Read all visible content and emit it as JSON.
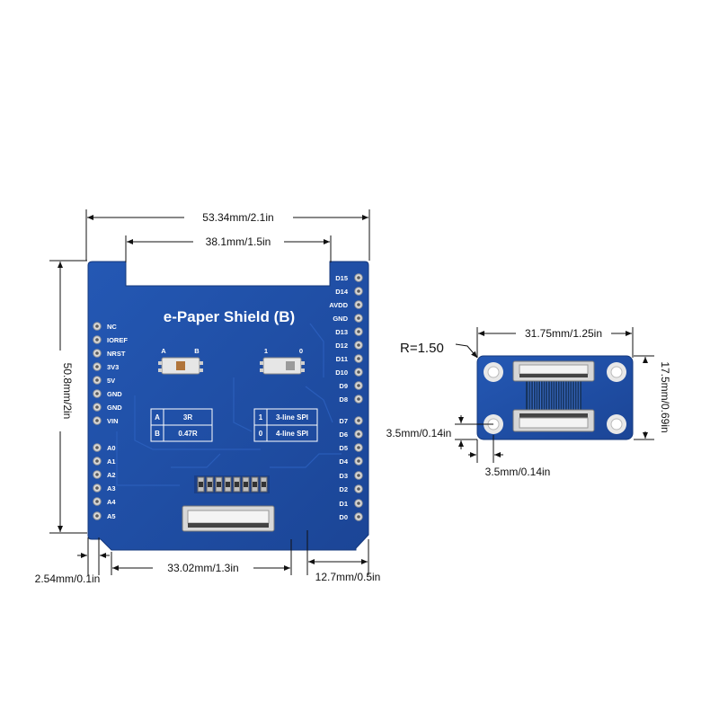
{
  "board": {
    "title": "e-Paper Shield (B)",
    "left_pins": [
      "NC",
      "IOREF",
      "NRST",
      "3V3",
      "5V",
      "GND",
      "GND",
      "VIN",
      "A0",
      "A1",
      "A2",
      "A3",
      "A4",
      "A5"
    ],
    "right_pins": [
      "D15",
      "D14",
      "AVDD",
      "GND",
      "D13",
      "D12",
      "D11",
      "D10",
      "D9",
      "D8",
      "D7",
      "D6",
      "D5",
      "D4",
      "D3",
      "D2",
      "D1",
      "D0"
    ],
    "switch1": {
      "left": "A",
      "right": "B"
    },
    "switch2": {
      "left": "1",
      "right": "0"
    },
    "table1": [
      [
        "A",
        "3R"
      ],
      [
        "B",
        "0.47R"
      ]
    ],
    "table2": [
      [
        "1",
        "3-line SPI"
      ],
      [
        "0",
        "4-line SPI"
      ]
    ]
  },
  "dimensions": {
    "width_total": "53.34mm/2.1in",
    "width_top": "38.1mm/1.5in",
    "height": "50.8mm/2in",
    "bottom_left": "2.54mm/0.1in",
    "bottom_mid": "33.02mm/1.3in",
    "bottom_right": "12.7mm/0.5in"
  },
  "adapter": {
    "radius": "R=1.50",
    "width": "31.75mm/1.25in",
    "height": "17.5mm/0.69in",
    "hole_offset_y": "3.5mm/0.14in",
    "hole_offset_x": "3.5mm/0.14in"
  },
  "colors": {
    "pcb": "#1f4fa6",
    "pcb_edge": "#183f8a",
    "silk": "#ffffff"
  }
}
